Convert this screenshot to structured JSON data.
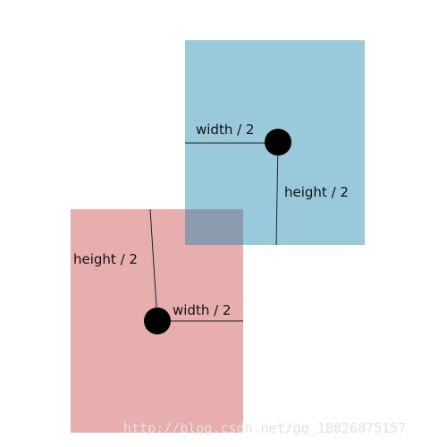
{
  "colors": {
    "blue_box": "#9ac9dc",
    "red_box": "#e8aeae",
    "overlap": "#8c9bb0",
    "center_dot": "#000000",
    "line": "#222222",
    "label_text": "#111111",
    "watermark_text": "#e2e2e2"
  },
  "blue_box": {
    "width_label": "width / 2",
    "height_label": "height / 2"
  },
  "red_box": {
    "width_label": "width / 2",
    "height_label": "height / 2"
  },
  "watermark": "http://blog.csdn.net/gg_18826075157"
}
